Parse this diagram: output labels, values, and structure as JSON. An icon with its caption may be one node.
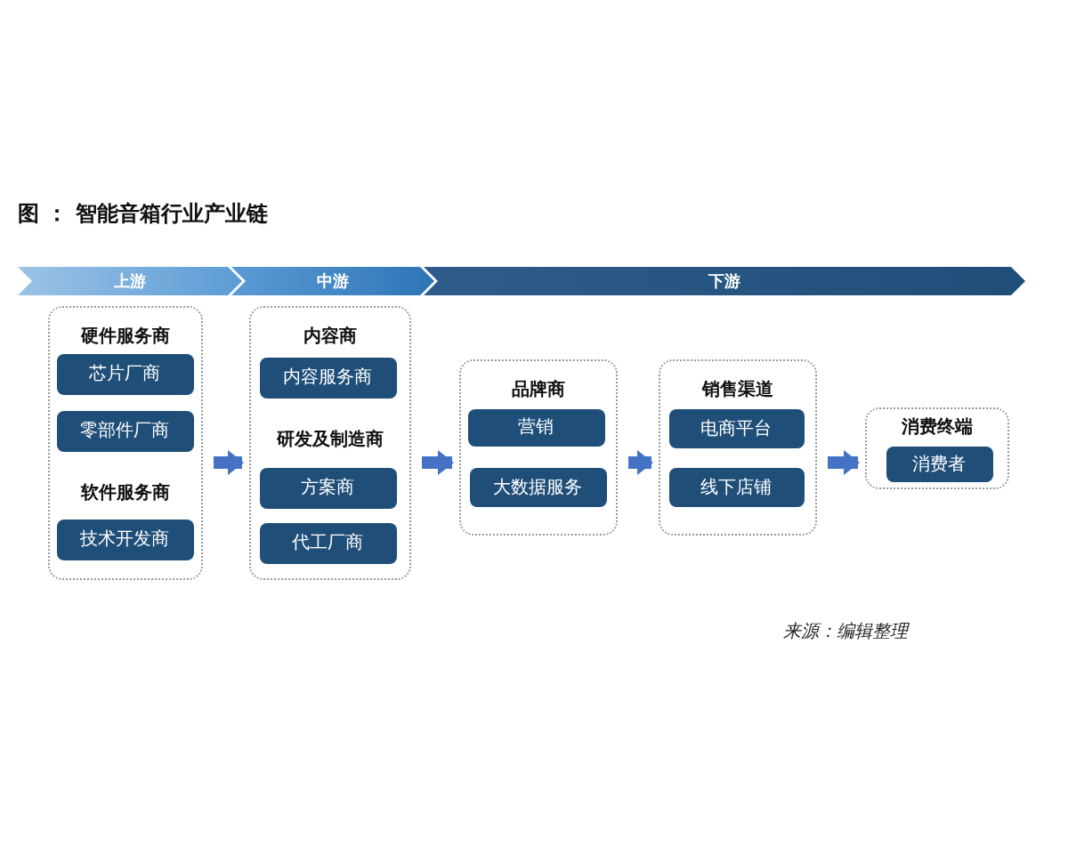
{
  "diagram": {
    "title": "图 ： 智能音箱行业产业链",
    "caption": "来源：编辑整理",
    "nodes": [
      {
        "text": [
          "上游"
        ]
      },
      {
        "text": [
          "中游"
        ]
      },
      {
        "text": [
          "下游"
        ]
      },
      {
        "text": [
          "硬件服务商",
          "软件服务商"
        ]
      },
      {
        "text": [
          "芯片厂商"
        ],
        "in": 3
      },
      {
        "text": [
          "零部件厂商"
        ],
        "in": 3
      },
      {
        "text": [
          "技术开发商"
        ],
        "in": 3
      },
      {
        "text": [
          "内容商",
          "研发及制造商"
        ]
      },
      {
        "text": [
          "内容服务商"
        ],
        "in": 7
      },
      {
        "text": [
          "方案商"
        ],
        "in": 7
      },
      {
        "text": [
          "代工厂商"
        ],
        "in": 7
      },
      {
        "text": [
          "品牌商"
        ]
      },
      {
        "text": [
          "营销"
        ],
        "in": 11
      },
      {
        "text": [
          "大数据服务"
        ],
        "in": 11
      },
      {
        "text": [
          "销售渠道"
        ]
      },
      {
        "text": [
          "电商平台"
        ],
        "in": 14
      },
      {
        "text": [
          "线下店铺"
        ],
        "in": 14
      },
      {
        "text": [
          "消费终端"
        ]
      },
      {
        "text": [
          "消费者"
        ],
        "in": 17
      }
    ],
    "edges": [
      {
        "from": 3,
        "to": 7,
        "arrow": "to"
      },
      {
        "from": 7,
        "to": 11,
        "arrow": "to"
      },
      {
        "from": 11,
        "to": 14,
        "arrow": "to"
      },
      {
        "from": 14,
        "to": 17,
        "arrow": "to"
      }
    ]
  }
}
